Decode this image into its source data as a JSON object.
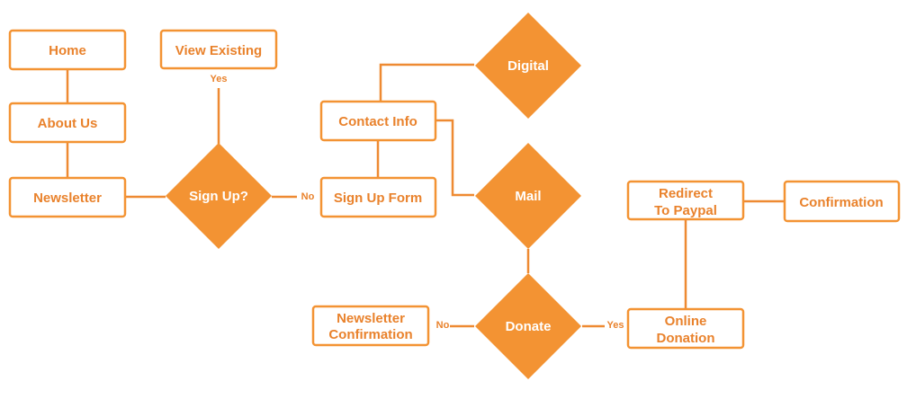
{
  "colors": {
    "accent": "#F39333",
    "text": "#E9822C",
    "line": "#EE8A32",
    "diamond_text": "#ffffff",
    "background": "#ffffff"
  },
  "nodes": {
    "home": {
      "label": "Home"
    },
    "about_us": {
      "label": "About Us"
    },
    "newsletter": {
      "label": "Newsletter"
    },
    "view_existing": {
      "label": "View Existing"
    },
    "sign_up": {
      "label": "Sign Up?"
    },
    "contact_info": {
      "label": "Contact Info"
    },
    "sign_up_form": {
      "label": "Sign Up Form"
    },
    "digital": {
      "label": "Digital"
    },
    "mail": {
      "label": "Mail"
    },
    "donate": {
      "label": "Donate"
    },
    "newsletter_confirmation": {
      "label_line1": "Newsletter",
      "label_line2": "Confirmation"
    },
    "online_donation": {
      "label_line1": "Online",
      "label_line2": "Donation"
    },
    "redirect_paypal": {
      "label_line1": "Redirect",
      "label_line2": "To Paypal"
    },
    "confirmation": {
      "label": "Confirmation"
    }
  },
  "edge_labels": {
    "signup_yes": "Yes",
    "signup_no": "No",
    "donate_no": "No",
    "donate_yes": "Yes"
  }
}
